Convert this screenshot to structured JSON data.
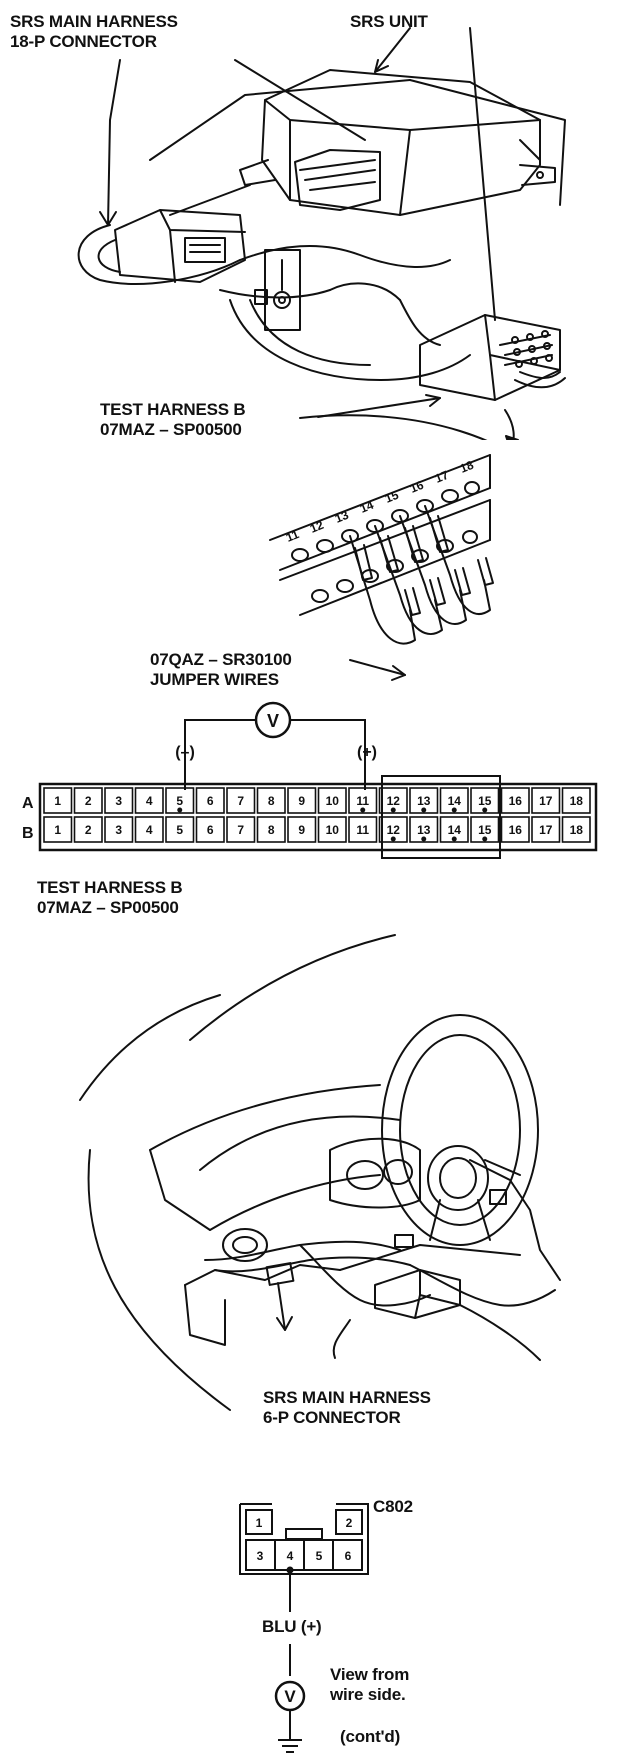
{
  "figure1": {
    "label_main_harness": [
      "SRS MAIN HARNESS",
      "18-P CONNECTOR"
    ],
    "label_srs_unit": "SRS UNIT",
    "label_test_harness": [
      "TEST HARNESS B",
      "07MAZ – SP00500"
    ]
  },
  "figure2": {
    "pin_numbers": [
      "11",
      "12",
      "13",
      "14",
      "15",
      "16",
      "17",
      "18"
    ],
    "label_jumper": [
      "07QAZ – SR30100",
      "JUMPER WIRES"
    ]
  },
  "figure3": {
    "meter_symbol": "V",
    "neg_label": "(–)",
    "pos_label": "(+)",
    "rows": [
      "A",
      "B"
    ],
    "cells": [
      "1",
      "2",
      "3",
      "4",
      "5",
      "6",
      "7",
      "8",
      "9",
      "10",
      "11",
      "12",
      "13",
      "14",
      "15",
      "16",
      "17",
      "18"
    ],
    "label_test_harness": [
      "TEST HARNESS B",
      "07MAZ – SP00500"
    ]
  },
  "figure4": {
    "label_connector": [
      "SRS MAIN HARNESS",
      "6-P CONNECTOR"
    ]
  },
  "figure5": {
    "connector_id": "C802",
    "top_pins": [
      "1",
      "2"
    ],
    "bottom_pins": [
      "3",
      "4",
      "5",
      "6"
    ],
    "wire_label": "BLU (+)",
    "meter_symbol": "V",
    "view_note": [
      "View from",
      "wire side."
    ],
    "contd": "(cont'd)"
  }
}
